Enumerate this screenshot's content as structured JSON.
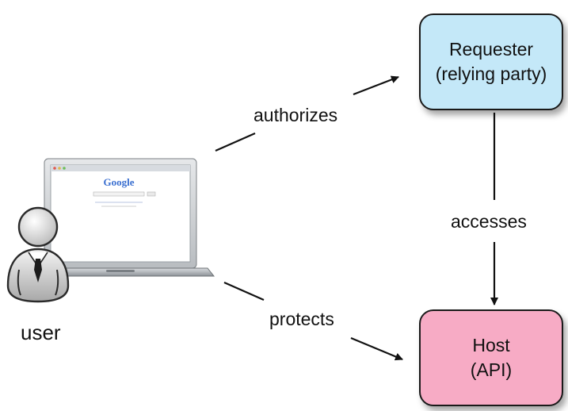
{
  "user": {
    "label": "user"
  },
  "requester": {
    "line1": "Requester",
    "line2": "(relying party)",
    "color": "#c4e8f8"
  },
  "host": {
    "line1": "Host",
    "line2": "(API)",
    "color": "#f7abc5"
  },
  "edges": {
    "authorizes": "authorizes",
    "accesses": "accesses",
    "protects": "protects"
  },
  "laptop_screen": {
    "logo": "Google"
  },
  "icons": [
    "laptop-icon",
    "user-avatar-icon"
  ]
}
